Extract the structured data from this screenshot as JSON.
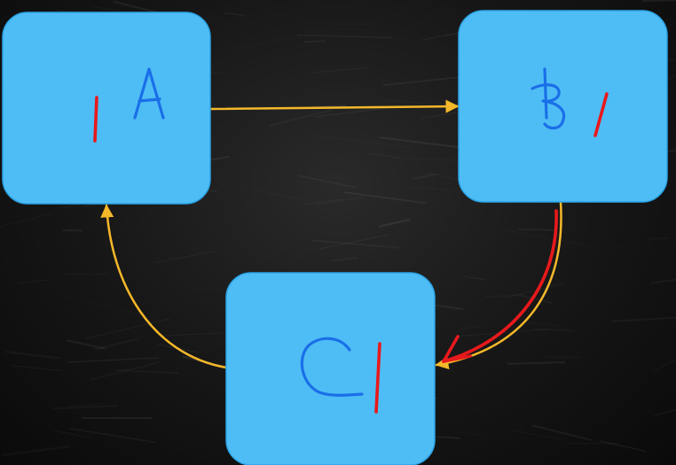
{
  "colors": {
    "background": "#121212",
    "node_fill": "#4fbdf5",
    "edge": "#f5b82a",
    "letter_ink": "#1a6fe8",
    "mark_ink": "#e8191c"
  },
  "nodes": [
    {
      "id": "A",
      "label": "A",
      "count": "1"
    },
    {
      "id": "B",
      "label": "B",
      "count": "1"
    },
    {
      "id": "C",
      "label": "C",
      "count": "1"
    }
  ],
  "edges": [
    {
      "from": "A",
      "to": "B"
    },
    {
      "from": "B",
      "to": "C",
      "highlighted": true
    },
    {
      "from": "C",
      "to": "A"
    }
  ]
}
